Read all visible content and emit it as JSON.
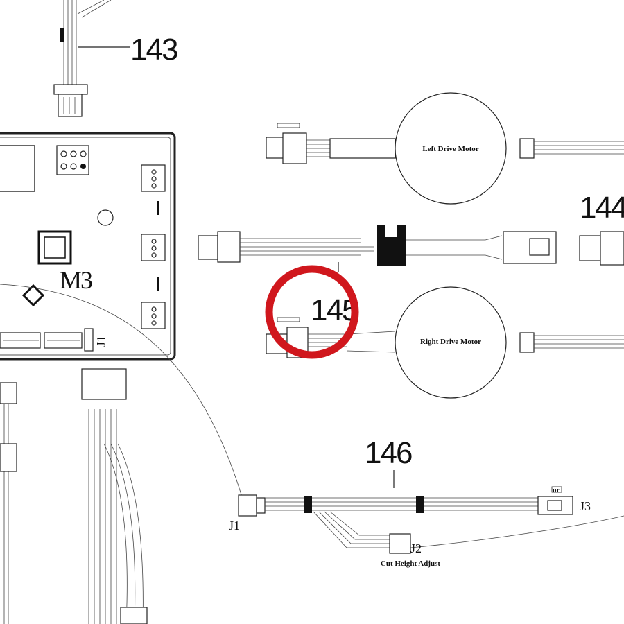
{
  "callouts": {
    "c143": "143",
    "c144": "144",
    "c145": "145",
    "c146": "146"
  },
  "board": {
    "label": "M3",
    "connector_j1": "J1"
  },
  "motors": {
    "left": "Left Drive Motor",
    "right": "Right Drive Motor"
  },
  "harness_146": {
    "j1": "J1",
    "j2": "J2",
    "j3": "J3",
    "j2_caption": "Cut Height Adjust",
    "j3_note": "or"
  },
  "highlight": {
    "color": "#d0171d",
    "target": "145"
  }
}
